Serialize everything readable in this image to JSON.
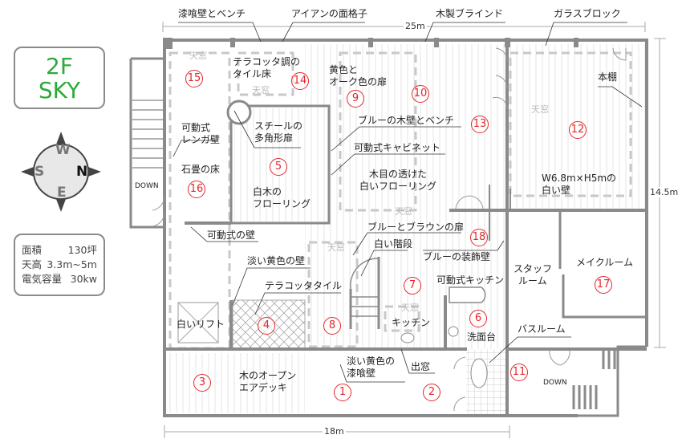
{
  "badge": {
    "floor": "2F",
    "name": "SKY"
  },
  "compass": {
    "w": "W",
    "n": "N",
    "s": "S",
    "e": "E"
  },
  "specs": [
    {
      "label": "面積",
      "value": "130坪"
    },
    {
      "label": "天高",
      "value": "3.3m~5m"
    },
    {
      "label": "電気容量",
      "value": "30kw"
    }
  ],
  "dimensions": {
    "width_top": "25m",
    "height_right": "14.5m",
    "width_bottom": "18m"
  },
  "skylight": "天窓",
  "callouts": {
    "plaster_bench": "漆喰壁とベンチ",
    "iron_grille": "アイアンの面格子",
    "wood_blind": "木製ブラインド",
    "glass_block": "ガラスブロック",
    "terracotta_floor_1": "テラコッタ調の",
    "terracotta_floor_2": "タイル床",
    "yellow_door_1": "黄色と",
    "yellow_door_2": "オーク色の扉",
    "bookshelf": "本棚",
    "steel_door_1": "スチールの",
    "steel_door_2": "多角形扉",
    "blue_wood_wall": "ブルーの木壁とベンチ",
    "movable_cabinet": "可動式キャビネット",
    "brick_wall_1": "可動式",
    "brick_wall_2": "レンガ壁",
    "stone_floor": "石畳の床",
    "white_wood_1": "白木の",
    "white_wood_2": "フローリング",
    "grain_floor_1": "木目の透けた",
    "grain_floor_2": "白いフローリング",
    "white_wall_1": "W6.8m×H5mの",
    "white_wall_2": "白い壁",
    "down_left": "DOWN",
    "movable_wall": "可動式の壁",
    "blue_brown_door": "ブルーとブラウンの扉",
    "white_stairs": "白い階段",
    "blue_deco_wall": "ブルーの装飾壁",
    "pale_yellow_wall": "淡い黄色の壁",
    "terracotta_tile": "テラコッタタイル",
    "movable_kitchen": "可動式キッチン",
    "staff_room_1": "スタッフ",
    "staff_room_2": "ルーム",
    "make_room": "メイクルーム",
    "white_lift": "白いリフト",
    "kitchen": "キッチン",
    "washbasin": "洗面台",
    "bathroom": "バスルーム",
    "plaster_yellow_1": "淡い黄色の",
    "plaster_yellow_2": "漆喰壁",
    "bay_window": "出窓",
    "deck_1": "木のオープン",
    "deck_2": "エアデッキ",
    "down_right": "DOWN"
  },
  "rooms": {
    "r1": "1",
    "r2": "2",
    "r3": "3",
    "r4": "4",
    "r5": "5",
    "r6": "6",
    "r7": "7",
    "r8": "8",
    "r9": "9",
    "r10": "10",
    "r11": "11",
    "r12": "12",
    "r13": "13",
    "r14": "14",
    "r15": "15",
    "r16": "16",
    "r17": "17",
    "r18": "18"
  },
  "colors": {
    "wall": "#8a8a8a",
    "marker": "#e5262b",
    "badge": "#2eaa3a"
  }
}
